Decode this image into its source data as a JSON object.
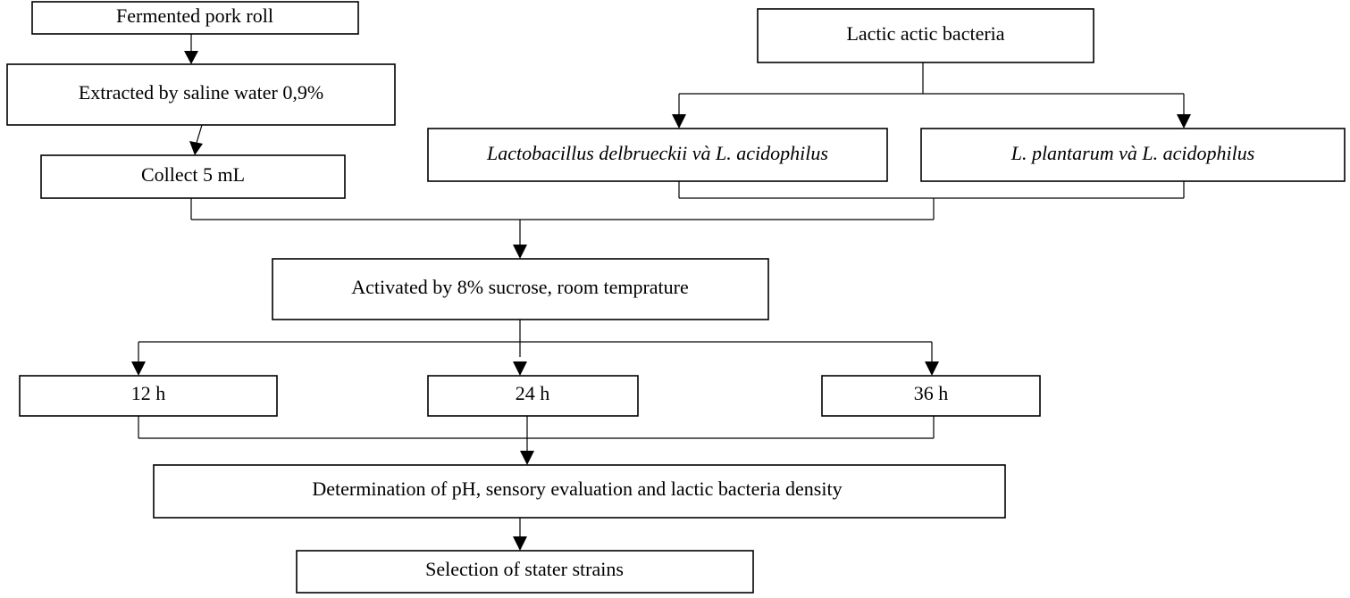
{
  "nodes": {
    "fermented_pork_roll": "Fermented pork roll",
    "extracted": "Extracted by saline water 0,9%",
    "collect": "Collect 5 mL",
    "lactic_bacteria": "Lactic actic bacteria",
    "strain_pair_1": "Lactobacillus delbrueckii và L. acidophilus",
    "strain_pair_2": "L. plantarum và L. acidophilus",
    "activated": "Activated by 8% sucrose, room temprature",
    "time_12h": "12 h",
    "time_24h": "24 h",
    "time_36h": "36 h",
    "determination": "Determination of pH, sensory evaluation and lactic bacteria density",
    "selection": "Selection of stater strains"
  }
}
